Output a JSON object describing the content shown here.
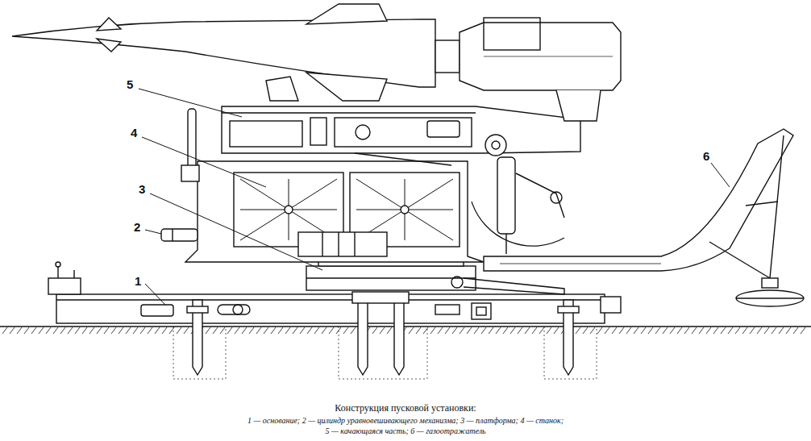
{
  "diagram": {
    "caption": "Конструкция пусковой установки:",
    "labels": [
      "5",
      "4",
      "3",
      "2",
      "1",
      "6",
      "1 — основание; 2 — цилиндр уравновешивающего механизма; 3 — платформа; 4 — станок;",
      "5 — качающаяся часть; 6 — газоотражатель"
    ]
  }
}
